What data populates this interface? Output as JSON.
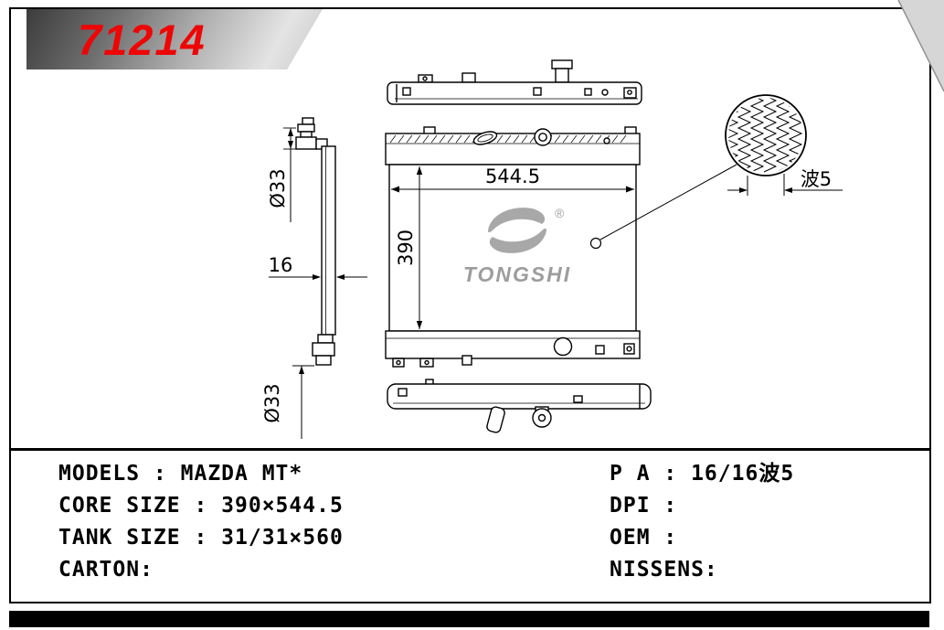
{
  "banner": {
    "part_number": "71214"
  },
  "dims": {
    "core_width": "544.5",
    "core_height": "390",
    "top_pipe": "Ø33",
    "thickness": "16",
    "bottom_pipe": "Ø33",
    "fin": "波5"
  },
  "logo": {
    "name": "TONGSHI",
    "registered": "®"
  },
  "specs": {
    "left": [
      "MODELS : MAZDA MT*",
      "CORE SIZE : 390×544.5",
      "TANK SIZE : 31/31×560",
      "CARTON:"
    ],
    "right": [
      "P A : 16/16波5",
      "DPI :",
      "OEM :",
      "NISSENS:"
    ]
  }
}
